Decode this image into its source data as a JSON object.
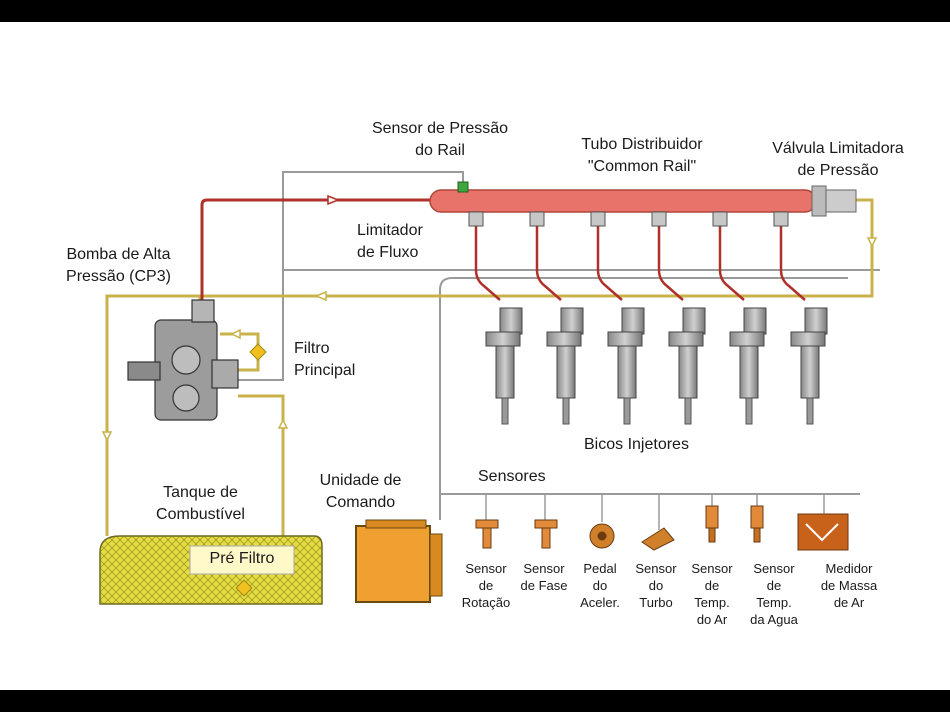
{
  "labels": {
    "sensor_pressao": [
      "Sensor de Pressão",
      "do Rail"
    ],
    "tubo": [
      "Tubo Distribuidor",
      "\"Common Rail\""
    ],
    "valvula": [
      "Válvula Limitadora",
      "de Pressão"
    ],
    "limitador": [
      "Limitador",
      "de Fluxo"
    ],
    "bomba": [
      "Bomba de Alta",
      "Pressão (CP3)"
    ],
    "filtro": [
      "Filtro",
      "Principal"
    ],
    "bicos": "Bicos Injetores",
    "unidade": [
      "Unidade de",
      "Comando"
    ],
    "tanque": [
      "Tanque de",
      "Combustível"
    ],
    "pre_filtro": "Pré Filtro",
    "sensores": "Sensores"
  },
  "sensors": [
    {
      "lines": [
        "Sensor",
        "de",
        "Rotação"
      ]
    },
    {
      "lines": [
        "Sensor",
        "de Fase"
      ]
    },
    {
      "lines": [
        "Pedal",
        "do",
        "Aceler."
      ]
    },
    {
      "lines": [
        "Sensor",
        "do",
        "Turbo"
      ]
    },
    {
      "lines": [
        "Sensor",
        "de",
        "Temp.",
        "do Ar"
      ]
    },
    {
      "lines": [
        "Sensor",
        "de",
        "Temp.",
        "da Agua"
      ]
    },
    {
      "lines": [
        "Medidor",
        "de Massa",
        "de Ar"
      ]
    }
  ],
  "colors": {
    "rail": "#e8736a",
    "high_pressure": "#b0312a",
    "fuel_return": "#c9b24a",
    "signal_wire": "#9a9a9a",
    "ecu": "#f0a030",
    "tank_fuel": "#e6dd45",
    "injector": "#a8a8a8"
  }
}
